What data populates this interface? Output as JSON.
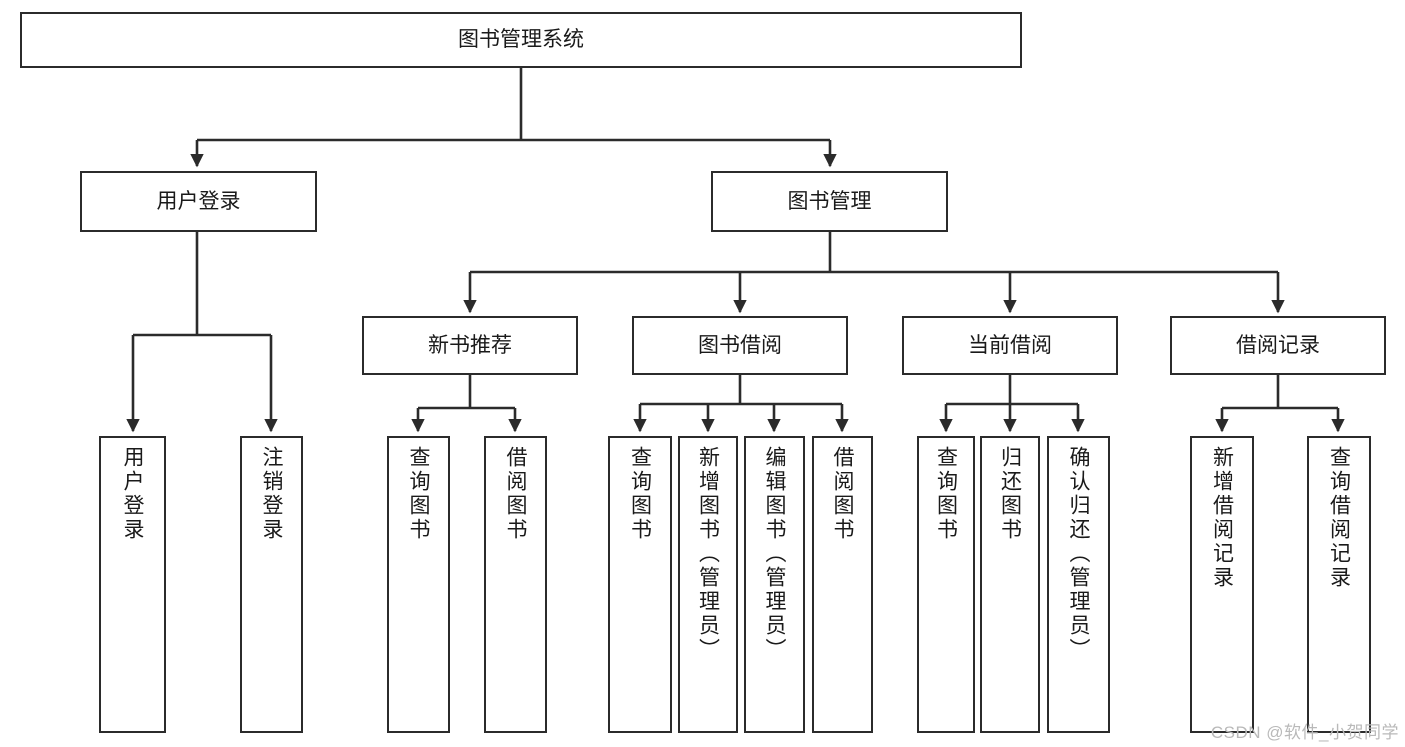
{
  "diagram": {
    "title_node": {
      "label": "图书管理系统"
    },
    "level1": [
      {
        "id": "user-login",
        "label": "用户登录"
      },
      {
        "id": "book-management",
        "label": "图书管理"
      }
    ],
    "level2": [
      {
        "id": "new-book-recommend",
        "label": "新书推荐"
      },
      {
        "id": "book-borrow",
        "label": "图书借阅"
      },
      {
        "id": "current-borrow",
        "label": "当前借阅"
      },
      {
        "id": "borrow-record",
        "label": "借阅记录"
      }
    ],
    "leaves": {
      "user_login": [
        {
          "id": "leaf-user-login",
          "label": "用户登录"
        },
        {
          "id": "leaf-logout-login",
          "label": "注销登录"
        }
      ],
      "new_book_recommend": [
        {
          "id": "leaf-query-book-1",
          "label": "查询图书"
        },
        {
          "id": "leaf-borrow-book-1",
          "label": "借阅图书"
        }
      ],
      "book_borrow": [
        {
          "id": "leaf-query-book-2",
          "label": "查询图书"
        },
        {
          "id": "leaf-add-book",
          "label": "新增图书（管理员）"
        },
        {
          "id": "leaf-edit-book",
          "label": "编辑图书（管理员）"
        },
        {
          "id": "leaf-borrow-book-2",
          "label": "借阅图书"
        }
      ],
      "current_borrow": [
        {
          "id": "leaf-query-book-3",
          "label": "查询图书"
        },
        {
          "id": "leaf-return-book",
          "label": "归还图书"
        },
        {
          "id": "leaf-confirm-return",
          "label": "确认归还（管理员）"
        }
      ],
      "borrow_record": [
        {
          "id": "leaf-add-record",
          "label": "新增借阅记录"
        },
        {
          "id": "leaf-query-record",
          "label": "查询借阅记录"
        }
      ]
    },
    "colors": {
      "stroke": "#2b2b2b",
      "fill": "#ffffff",
      "text": "#1a1a1a",
      "watermark": "#b9b9b9"
    }
  },
  "watermark": {
    "text": "CSDN @软件_小贺同学"
  }
}
